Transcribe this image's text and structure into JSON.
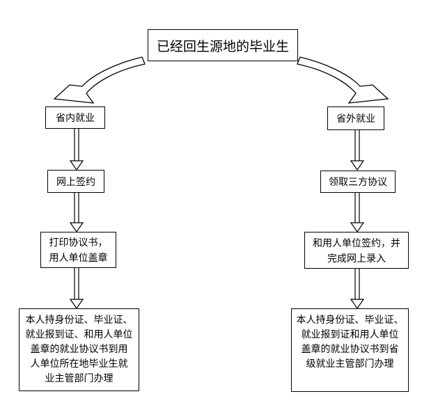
{
  "diagram": {
    "background_color": "#ffffff",
    "line_color": "#000000",
    "nodes": {
      "root": {
        "id": "root",
        "lines": [
          "已经回生源地的毕业生"
        ]
      },
      "left1": {
        "id": "left-step-1",
        "lines": [
          "省内就业"
        ]
      },
      "left2": {
        "id": "left-step-2",
        "lines": [
          "网上签约"
        ]
      },
      "left3": {
        "id": "left-step-3",
        "lines": [
          "打印协议书，",
          "用人单位盖章"
        ]
      },
      "left4": {
        "id": "left-step-4",
        "lines": [
          "本人持身份证、毕业证、",
          "就业报到证、和用人单位",
          "盖章的就业协议书到用",
          "人单位所在地毕业生就",
          "业主管部门办理"
        ]
      },
      "right1": {
        "id": "right-step-1",
        "lines": [
          "省外就业"
        ]
      },
      "right2": {
        "id": "right-step-2",
        "lines": [
          "领取三方协议"
        ]
      },
      "right3": {
        "id": "right-step-3",
        "lines": [
          "和用人单位签约，并",
          "完成网上录入"
        ]
      },
      "right4": {
        "id": "right-step-4",
        "lines": [
          "本人持身份证、毕业证、",
          "就业报到证和用人单位",
          "盖章的就业协议书到省",
          "级就业主管部门办理"
        ]
      }
    },
    "edges": [
      {
        "from": "root",
        "to": "left1",
        "style": "curved-block-arrow"
      },
      {
        "from": "root",
        "to": "right1",
        "style": "curved-block-arrow"
      },
      {
        "from": "left1",
        "to": "left2",
        "style": "hollow-straight-arrow"
      },
      {
        "from": "left2",
        "to": "left3",
        "style": "hollow-straight-arrow"
      },
      {
        "from": "left3",
        "to": "left4",
        "style": "hollow-straight-arrow"
      },
      {
        "from": "right1",
        "to": "right2",
        "style": "hollow-straight-arrow"
      },
      {
        "from": "right2",
        "to": "right3",
        "style": "hollow-straight-arrow"
      },
      {
        "from": "right3",
        "to": "right4",
        "style": "hollow-straight-arrow"
      }
    ]
  }
}
